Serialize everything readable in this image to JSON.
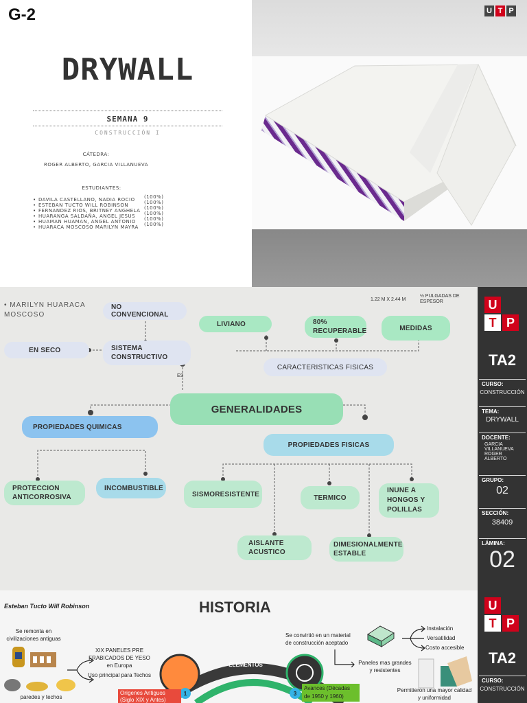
{
  "cover": {
    "group": "G-2",
    "title": "DRYWALL",
    "week": "SEMANA 9",
    "course": "CONSTRUCCIÓN I",
    "chair_label": "CÁTEDRA:",
    "chair_name": "ROGER ALBERTO, GARCIA VILLANUEVA",
    "students_label": "ESTUDIANTES:",
    "students": [
      {
        "name": "DAVILA CASTELLANO, NADIA ROCIO",
        "pct": "(100%)"
      },
      {
        "name": "ESTEBAN TUCTO WILL ROBINSON",
        "pct": "(100%)"
      },
      {
        "name": "FERNANDEZ RIOS, BRITNEY ANGHELA",
        "pct": "(100%)"
      },
      {
        "name": "HUARANGA SALDAÑA, ANGEL JESUS",
        "pct": "(100%)"
      },
      {
        "name": "HUAMAN HUAMAN, ANGEL ANTONIO",
        "pct": "(100%)"
      },
      {
        "name": "HUARACA MOSCOSO MARILYN MAYRA",
        "pct": "(100%)"
      }
    ],
    "logo": [
      "U",
      "T",
      "P"
    ]
  },
  "map": {
    "author": "• MARILYN HUARACA MOSCOSO",
    "no_convencional": "NO CONVENCIONAL",
    "en_seco": "EN SECO",
    "sistema": "SISTEMA CONSTRUCTIVO",
    "es": "ES",
    "liviano": "LIVIANO",
    "recuperable": "80% RECUPERABLE",
    "medidas": "MEDIDAS",
    "dim1": "1.22 M X 2.44 M",
    "dim2": "½ PULGADAS DE ESPESOR",
    "caracteristicas": "CARACTERISTICAS FISICAS",
    "hub": "GENERALIDADES",
    "quimicas": "PROPIEDADES QUIMICAS",
    "fisicas": "PROPIEDADES FISICAS",
    "anticorrosiva": "PROTECCION ANTICORROSIVA",
    "incombustible": "INCOMBUSTIBLE",
    "sismo": "SISMORESISTENTE",
    "termico": "TERMICO",
    "inune": "INUNE A HONGOS Y POLILLAS",
    "aislante": "AISLANTE ACUSTICO",
    "dimensional": "DIMESIONALMENTE ESTABLE"
  },
  "sidebar": {
    "logo": [
      "U",
      "T",
      "P"
    ],
    "ta": "TA2",
    "curso_label": "CURSO:",
    "curso": "CONSTRUCCIÓN",
    "tema_label": "TEMA:",
    "tema": "DRYWALL",
    "docente_label": "DOCENTE:",
    "docente": "GARCIA VILLANUEVA ROGER ALBERTO",
    "grupo_label": "GRUPO:",
    "grupo": "02",
    "seccion_label": "SECCIÓN:",
    "seccion": "38409",
    "lamina_label": "LÁMINA:",
    "lamina": "02",
    "ta2": "TA2",
    "curso_label2": "CURSO:",
    "curso2": "CONSTRUCCIÓN"
  },
  "historia": {
    "author": "Esteban Tucto Will Robinson",
    "title": "HISTORIA",
    "t1": "Se remonta en civilizaciones antiguas",
    "t2": "XIX PANELES PRE FRABICADOS DE YESO en Europa",
    "t3": "Uso principal para Techos",
    "t4": "paredes y techos",
    "elementos": "ELEMENTOS",
    "origenes": "Orígenes Antiguos (Siglo XIX y Antes)",
    "avances": "Avances (Décadas de 1950 y 1960)",
    "n1": "1",
    "n3": "3",
    "t5": "Se convirtió en un material de construcción aceptado",
    "t6": "Paneles mas grandes y resistentes",
    "t7": "Permitieron una mayor calidad y uniformidad",
    "l1": "Instalación",
    "l2": "Versatilidad",
    "l3": "Costo accesible"
  }
}
